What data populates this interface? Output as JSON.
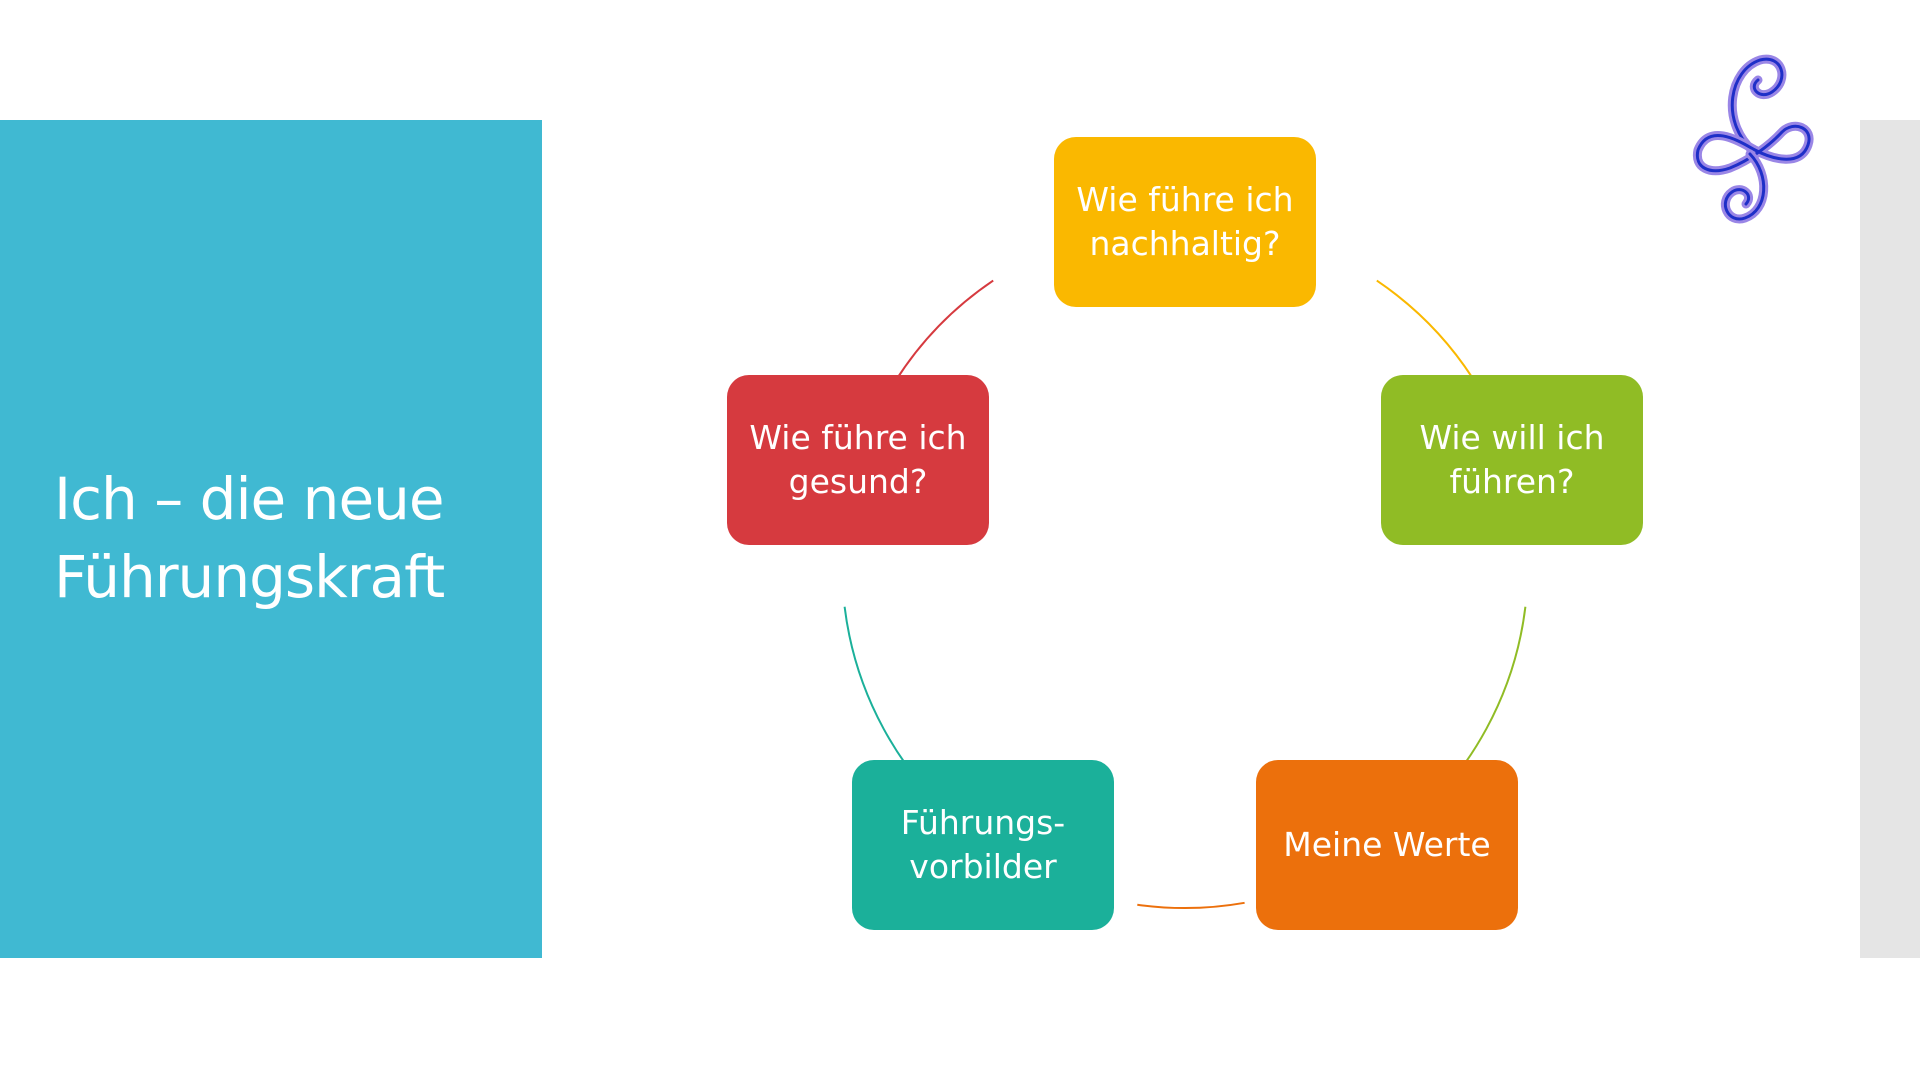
{
  "title": {
    "line1": "Ich – die neue",
    "line2": "Führungskraft"
  },
  "colors": {
    "title_panel": "#40B9D2",
    "right_strip": "#E5E5E5",
    "logo_dark": "#1E2FC8",
    "logo_light": "#9A86E6"
  },
  "cycle": {
    "nodes": [
      {
        "label": "Wie führe ich\nnachhaltig?",
        "color": "#FAB800"
      },
      {
        "label": "Wie will ich\nführen?",
        "color": "#90BC25"
      },
      {
        "label": "Meine Werte",
        "color": "#EC700C"
      },
      {
        "label": "Führungs-\nvorbilder",
        "color": "#1BB09A"
      },
      {
        "label": "Wie führe ich\ngesund?",
        "color": "#D63A3F"
      }
    ],
    "arrows": [
      {
        "from": "Wie führe ich nachhaltig?",
        "to": "Wie will ich führen?",
        "color": "#FAB800"
      },
      {
        "from": "Wie will ich führen?",
        "to": "Meine Werte",
        "color": "#90BC25"
      },
      {
        "from": "Meine Werte",
        "to": "Führungs-vorbilder",
        "color": "#EC700C"
      },
      {
        "from": "Führungs-vorbilder",
        "to": "Wie führe ich gesund?",
        "color": "#1BB09A"
      },
      {
        "from": "Wie führe ich gesund?",
        "to": "Wie führe ich nachhaltig?",
        "color": "#D63A3F"
      }
    ]
  },
  "logo": {
    "icon": "swirl-logo-icon"
  }
}
